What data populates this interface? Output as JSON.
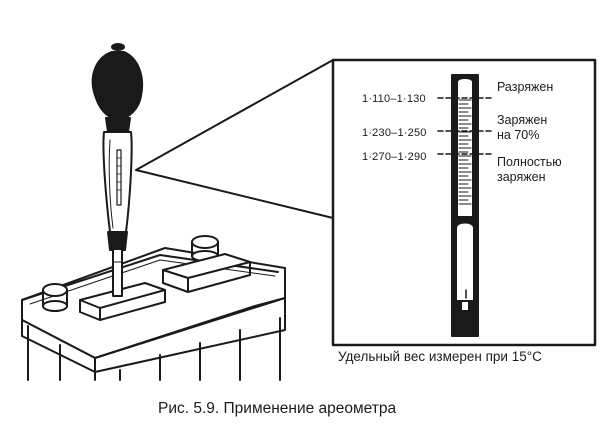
{
  "figure": {
    "ranges": {
      "low": "1·110–1·130",
      "mid": "1·230–1·250",
      "high": "1·270–1·290"
    },
    "states": {
      "discharged": "Разряжен",
      "charged70_line1": "Заряжен",
      "charged70_line2": "на 70%",
      "full_line1": "Полностью",
      "full_line2": "заряжен"
    },
    "note": "Удельный вес измерен при 15°C",
    "caption": "Рис. 5.9. Применение ареометра"
  }
}
